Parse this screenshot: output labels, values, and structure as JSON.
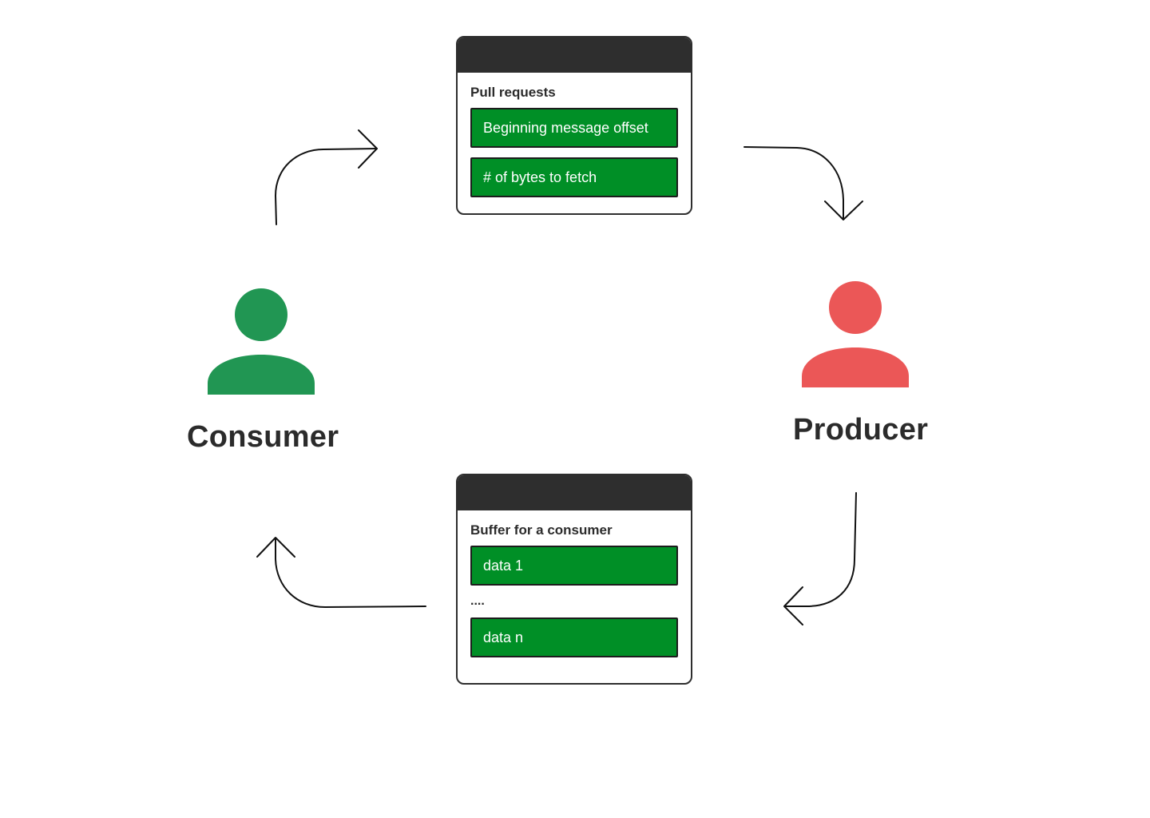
{
  "consumer": {
    "label": "Consumer",
    "color": "#219653"
  },
  "producer": {
    "label": "Producer",
    "color": "#eb5757"
  },
  "pull_requests_card": {
    "title": "Pull requests",
    "fields": [
      "Beginning message offset",
      "# of bytes to fetch"
    ]
  },
  "buffer_card": {
    "title": "Buffer for a consumer",
    "first_item": "data 1",
    "ellipsis": "....",
    "last_item": "data n"
  },
  "colors": {
    "field_fill": "#008f26",
    "card_header": "#2e2e2e",
    "text": "#2b2b2b"
  }
}
